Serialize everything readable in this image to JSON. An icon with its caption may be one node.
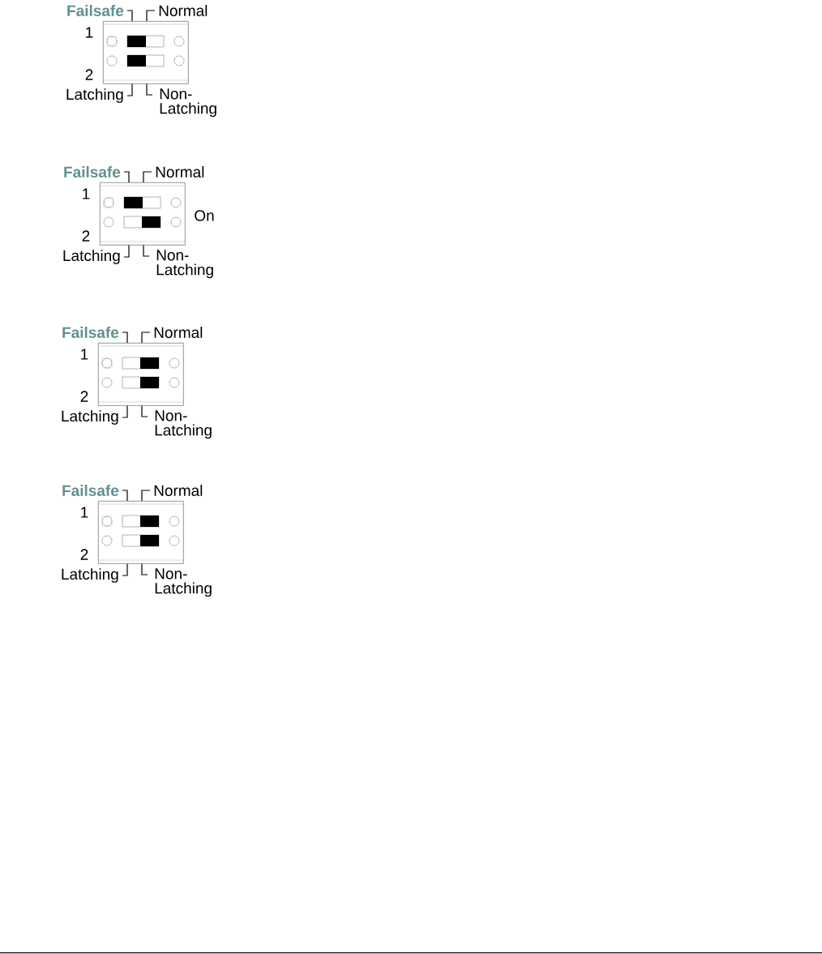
{
  "diagram": {
    "nodes": [
      {
        "text": [],
        "shape": "box",
        "beside": [
          "1",
          "2"
        ]
      },
      {
        "text": [
          "Failsafe"
        ]
      },
      {
        "text": [
          "Normal"
        ]
      },
      {
        "text": [
          "Latching"
        ]
      },
      {
        "text": [
          "Non- Latching"
        ]
      },
      {
        "text": [],
        "shape": "box",
        "beside": [
          "1",
          "On",
          "2"
        ]
      },
      {
        "text": [
          "Failsafe"
        ]
      },
      {
        "text": [
          "Normal"
        ]
      },
      {
        "text": [
          "Latching"
        ]
      },
      {
        "text": [
          "Non- Latching"
        ]
      },
      {
        "text": [],
        "shape": "box",
        "beside": [
          "1",
          "2"
        ]
      },
      {
        "text": [
          "Failsafe"
        ]
      },
      {
        "text": [
          "Normal"
        ]
      },
      {
        "text": [
          "Latching"
        ]
      },
      {
        "text": [
          "Non- Latching"
        ]
      },
      {
        "text": [],
        "shape": "box",
        "beside": [
          "1",
          "2"
        ]
      },
      {
        "text": [
          "Failsafe"
        ]
      },
      {
        "text": [
          "Normal"
        ]
      },
      {
        "text": [
          "Latching"
        ]
      },
      {
        "text": [
          "Non- Latching"
        ]
      }
    ],
    "edges": [
      {
        "from": 1,
        "to": 0,
        "arrow": "none"
      },
      {
        "from": 2,
        "to": 0,
        "arrow": "none"
      },
      {
        "from": 3,
        "to": 0,
        "arrow": "none"
      },
      {
        "from": 4,
        "to": 0,
        "arrow": "none"
      },
      {
        "from": 6,
        "to": 5,
        "arrow": "none"
      },
      {
        "from": 7,
        "to": 5,
        "arrow": "none"
      },
      {
        "from": 8,
        "to": 5,
        "arrow": "none"
      },
      {
        "from": 9,
        "to": 5,
        "arrow": "none"
      },
      {
        "from": 11,
        "to": 10,
        "arrow": "none"
      },
      {
        "from": 12,
        "to": 10,
        "arrow": "none"
      },
      {
        "from": 13,
        "to": 10,
        "arrow": "none"
      },
      {
        "from": 14,
        "to": 10,
        "arrow": "none"
      },
      {
        "from": 16,
        "to": 15,
        "arrow": "none"
      },
      {
        "from": 17,
        "to": 15,
        "arrow": "none"
      },
      {
        "from": 18,
        "to": 15,
        "arrow": "none"
      },
      {
        "from": 19,
        "to": 15,
        "arrow": "none"
      }
    ]
  }
}
